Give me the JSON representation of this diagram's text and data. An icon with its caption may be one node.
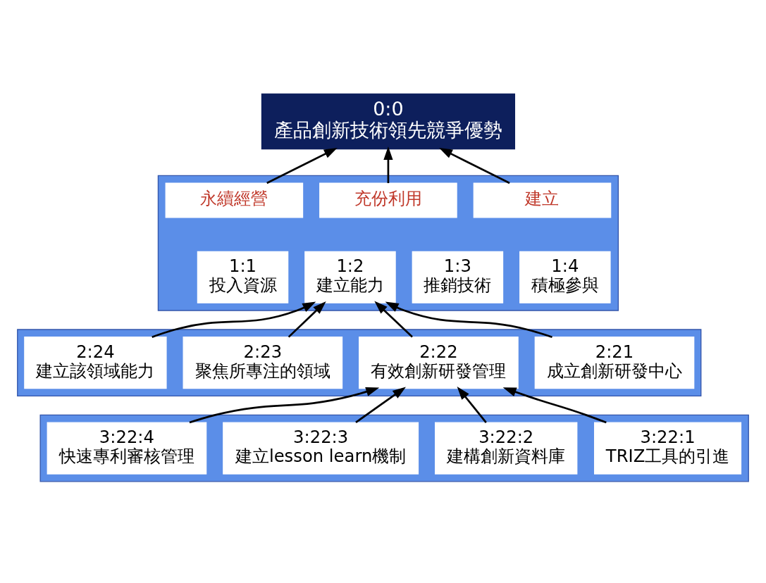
{
  "diagram": {
    "nodes": [
      {
        "text": [
          "0:0",
          "產品創新技術領先競爭優勢"
        ]
      },
      {
        "text": [],
        "shape": "box"
      },
      {
        "text": [
          "建立"
        ],
        "in": 1
      },
      {
        "text": [
          "充份利用"
        ],
        "in": 1
      },
      {
        "text": [
          "永續經營"
        ],
        "in": 1
      },
      {
        "text": [
          "1:1",
          "投入資源"
        ],
        "in": 1
      },
      {
        "text": [
          "1:2",
          "建立能力"
        ],
        "in": 1
      },
      {
        "text": [
          "1:3",
          "推銷技術"
        ],
        "in": 1
      },
      {
        "text": [
          "1:4",
          "積極參與"
        ],
        "in": 1
      },
      {
        "text": [],
        "shape": "box"
      },
      {
        "text": [
          "2:21",
          "成立創新研發中心"
        ],
        "in": 9
      },
      {
        "text": [
          "2:22",
          "有效創新研發管理"
        ],
        "in": 9
      },
      {
        "text": [
          "2:23",
          "聚焦所專注的領域"
        ],
        "in": 9
      },
      {
        "text": [
          "2:24",
          "建立該領域能力"
        ],
        "in": 9
      },
      {
        "text": [],
        "shape": "box"
      },
      {
        "text": [
          "3:22:1",
          "TRIZ工具的引進"
        ],
        "in": 14
      },
      {
        "text": [
          "3:22:2",
          "建構創新資料庫"
        ],
        "in": 14
      },
      {
        "text": [
          "3:22:3",
          "建立lesson learn機制"
        ],
        "in": 14
      },
      {
        "text": [
          "3:22:4",
          "快速專利審核管理"
        ],
        "in": 14
      }
    ],
    "edges": [
      {
        "from": 2,
        "to": 0,
        "arrow": "to"
      },
      {
        "from": 3,
        "to": 0,
        "arrow": "to"
      },
      {
        "from": 4,
        "to": 0,
        "arrow": "to"
      },
      {
        "from": 10,
        "to": 6,
        "arrow": "to"
      },
      {
        "from": 11,
        "to": 6,
        "arrow": "to"
      },
      {
        "from": 12,
        "to": 6,
        "arrow": "to"
      },
      {
        "from": 13,
        "to": 6,
        "arrow": "to"
      },
      {
        "from": 15,
        "to": 11,
        "arrow": "to"
      },
      {
        "from": 16,
        "to": 11,
        "arrow": "to"
      },
      {
        "from": 17,
        "to": 11,
        "arrow": "to"
      },
      {
        "from": 18,
        "to": 11,
        "arrow": "to"
      }
    ]
  }
}
